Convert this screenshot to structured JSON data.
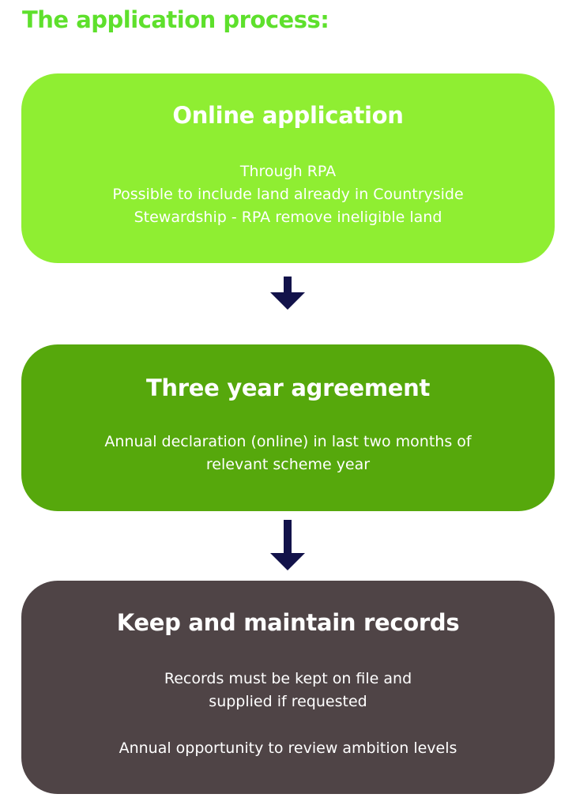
{
  "title": "The application process:",
  "colors": {
    "title": "#5ee02c",
    "step1": "#8fee32",
    "step2": "#56a80c",
    "step3": "#4f4446",
    "arrow": "#12124a"
  },
  "steps": [
    {
      "heading": "Online application",
      "lines": [
        "Through RPA",
        "Possible to include land already in Countryside",
        "Stewardship - RPA remove ineligible land"
      ]
    },
    {
      "heading": "Three year agreement",
      "lines": [
        "Annual declaration (online) in last two months of",
        "relevant scheme year"
      ]
    },
    {
      "heading": "Keep and maintain records",
      "lines": [
        "Records must be kept on file and",
        "supplied if requested",
        "Annual opportunity to review ambition levels"
      ]
    }
  ]
}
